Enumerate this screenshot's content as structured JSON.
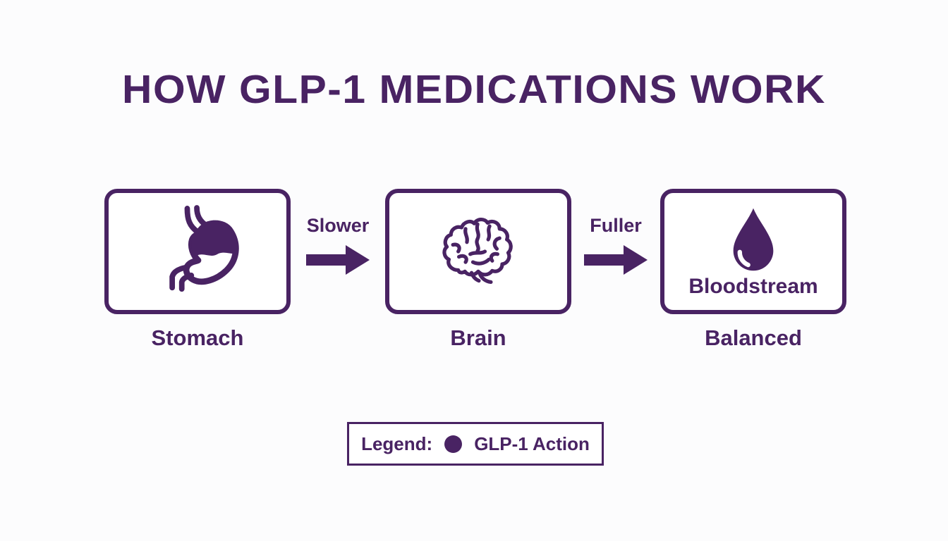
{
  "title": "HOW GLP-1 MEDICATIONS WORK",
  "colors": {
    "accent": "#492363",
    "background": "#fcfcfd",
    "box_bg": "#ffffff"
  },
  "flow": {
    "nodes": [
      {
        "id": "stomach",
        "icon": "stomach-icon",
        "label": "Stomach",
        "inner_text": ""
      },
      {
        "id": "brain",
        "icon": "brain-icon",
        "label": "Brain",
        "inner_text": ""
      },
      {
        "id": "bloodstream",
        "icon": "droplet-icon",
        "label": "Balanced",
        "inner_text": "Bloodstream"
      }
    ],
    "arrows": [
      {
        "label": "Slower"
      },
      {
        "label": "Fuller"
      }
    ]
  },
  "legend": {
    "title": "Legend:",
    "items": [
      {
        "marker": "filled-circle",
        "label": "GLP-1 Action"
      }
    ]
  }
}
